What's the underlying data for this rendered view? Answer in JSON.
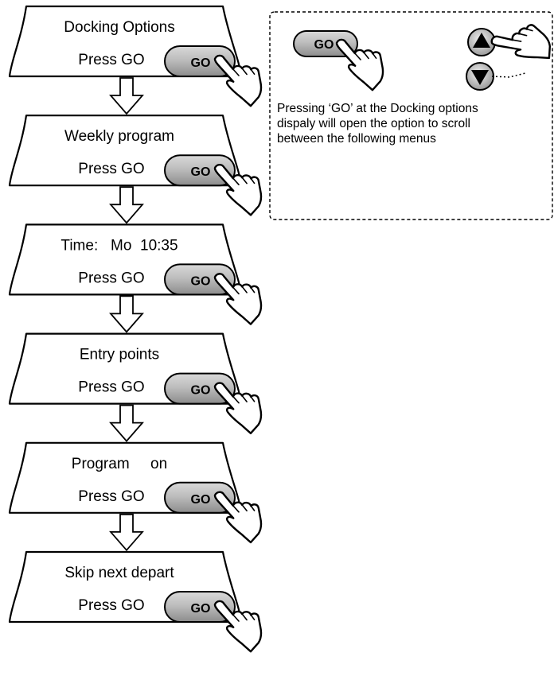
{
  "go_label": "GO",
  "steps": [
    {
      "title": "Docking Options",
      "action": "Press GO"
    },
    {
      "title": "Weekly program",
      "action": "Press GO"
    },
    {
      "title": "Time:   Mo  10:35",
      "action": "Press GO"
    },
    {
      "title": "Entry points",
      "action": "Press GO"
    },
    {
      "title": "Program     on",
      "action": "Press GO"
    },
    {
      "title": "Skip next depart",
      "action": "Press GO"
    }
  ],
  "legend": {
    "go_label": "GO",
    "note_lines": [
      "Pressing ‘GO’ at the Docking options",
      "dispaly will open the option to scroll",
      "between the following menus"
    ]
  }
}
